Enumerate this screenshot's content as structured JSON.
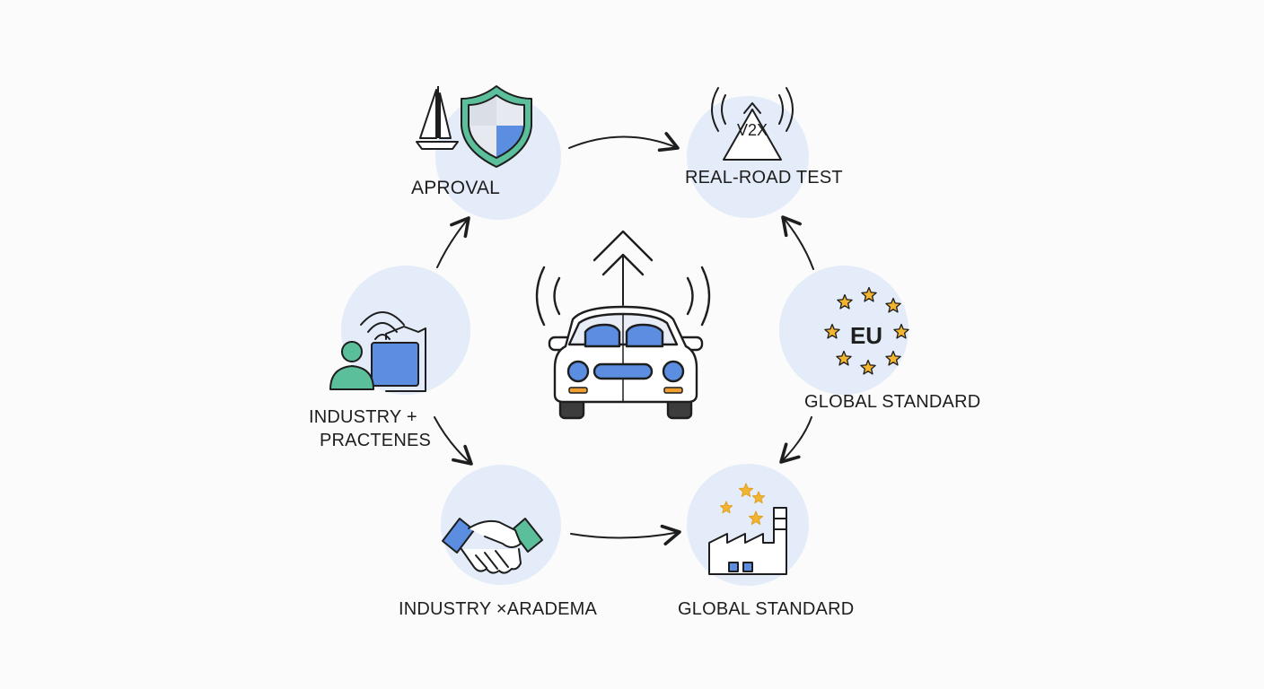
{
  "colors": {
    "circle_fill": "#e3ecf8",
    "stroke": "#1e1e1e",
    "accent_blue": "#5b8de0",
    "accent_green": "#5cbf9c",
    "accent_yellow": "#f2b431",
    "accent_orange": "#f0a030"
  },
  "center": {
    "name": "connected-car",
    "icon": "car-with-signal-icon"
  },
  "nodes": {
    "approval": {
      "label": "APROVAL",
      "icon": "shield-sailboat-icon"
    },
    "real_road_test": {
      "label": "REAL-ROAD TEST",
      "badge": "V2X",
      "icon": "v2x-signal-icon"
    },
    "eu_standard": {
      "label": "GLOBAL STANDARD",
      "badge": "EU",
      "icon": "eu-stars-icon"
    },
    "factory_standard": {
      "label": "GLOBAL STANDARD",
      "icon": "factory-icon"
    },
    "handshake": {
      "label": "INDUSTRY ×ARADEMA",
      "icon": "handshake-icon"
    },
    "industry_practices": {
      "label_line1": "INDUSTRY +",
      "label_line2": "PRACTENES",
      "icon": "person-screen-icon"
    }
  }
}
